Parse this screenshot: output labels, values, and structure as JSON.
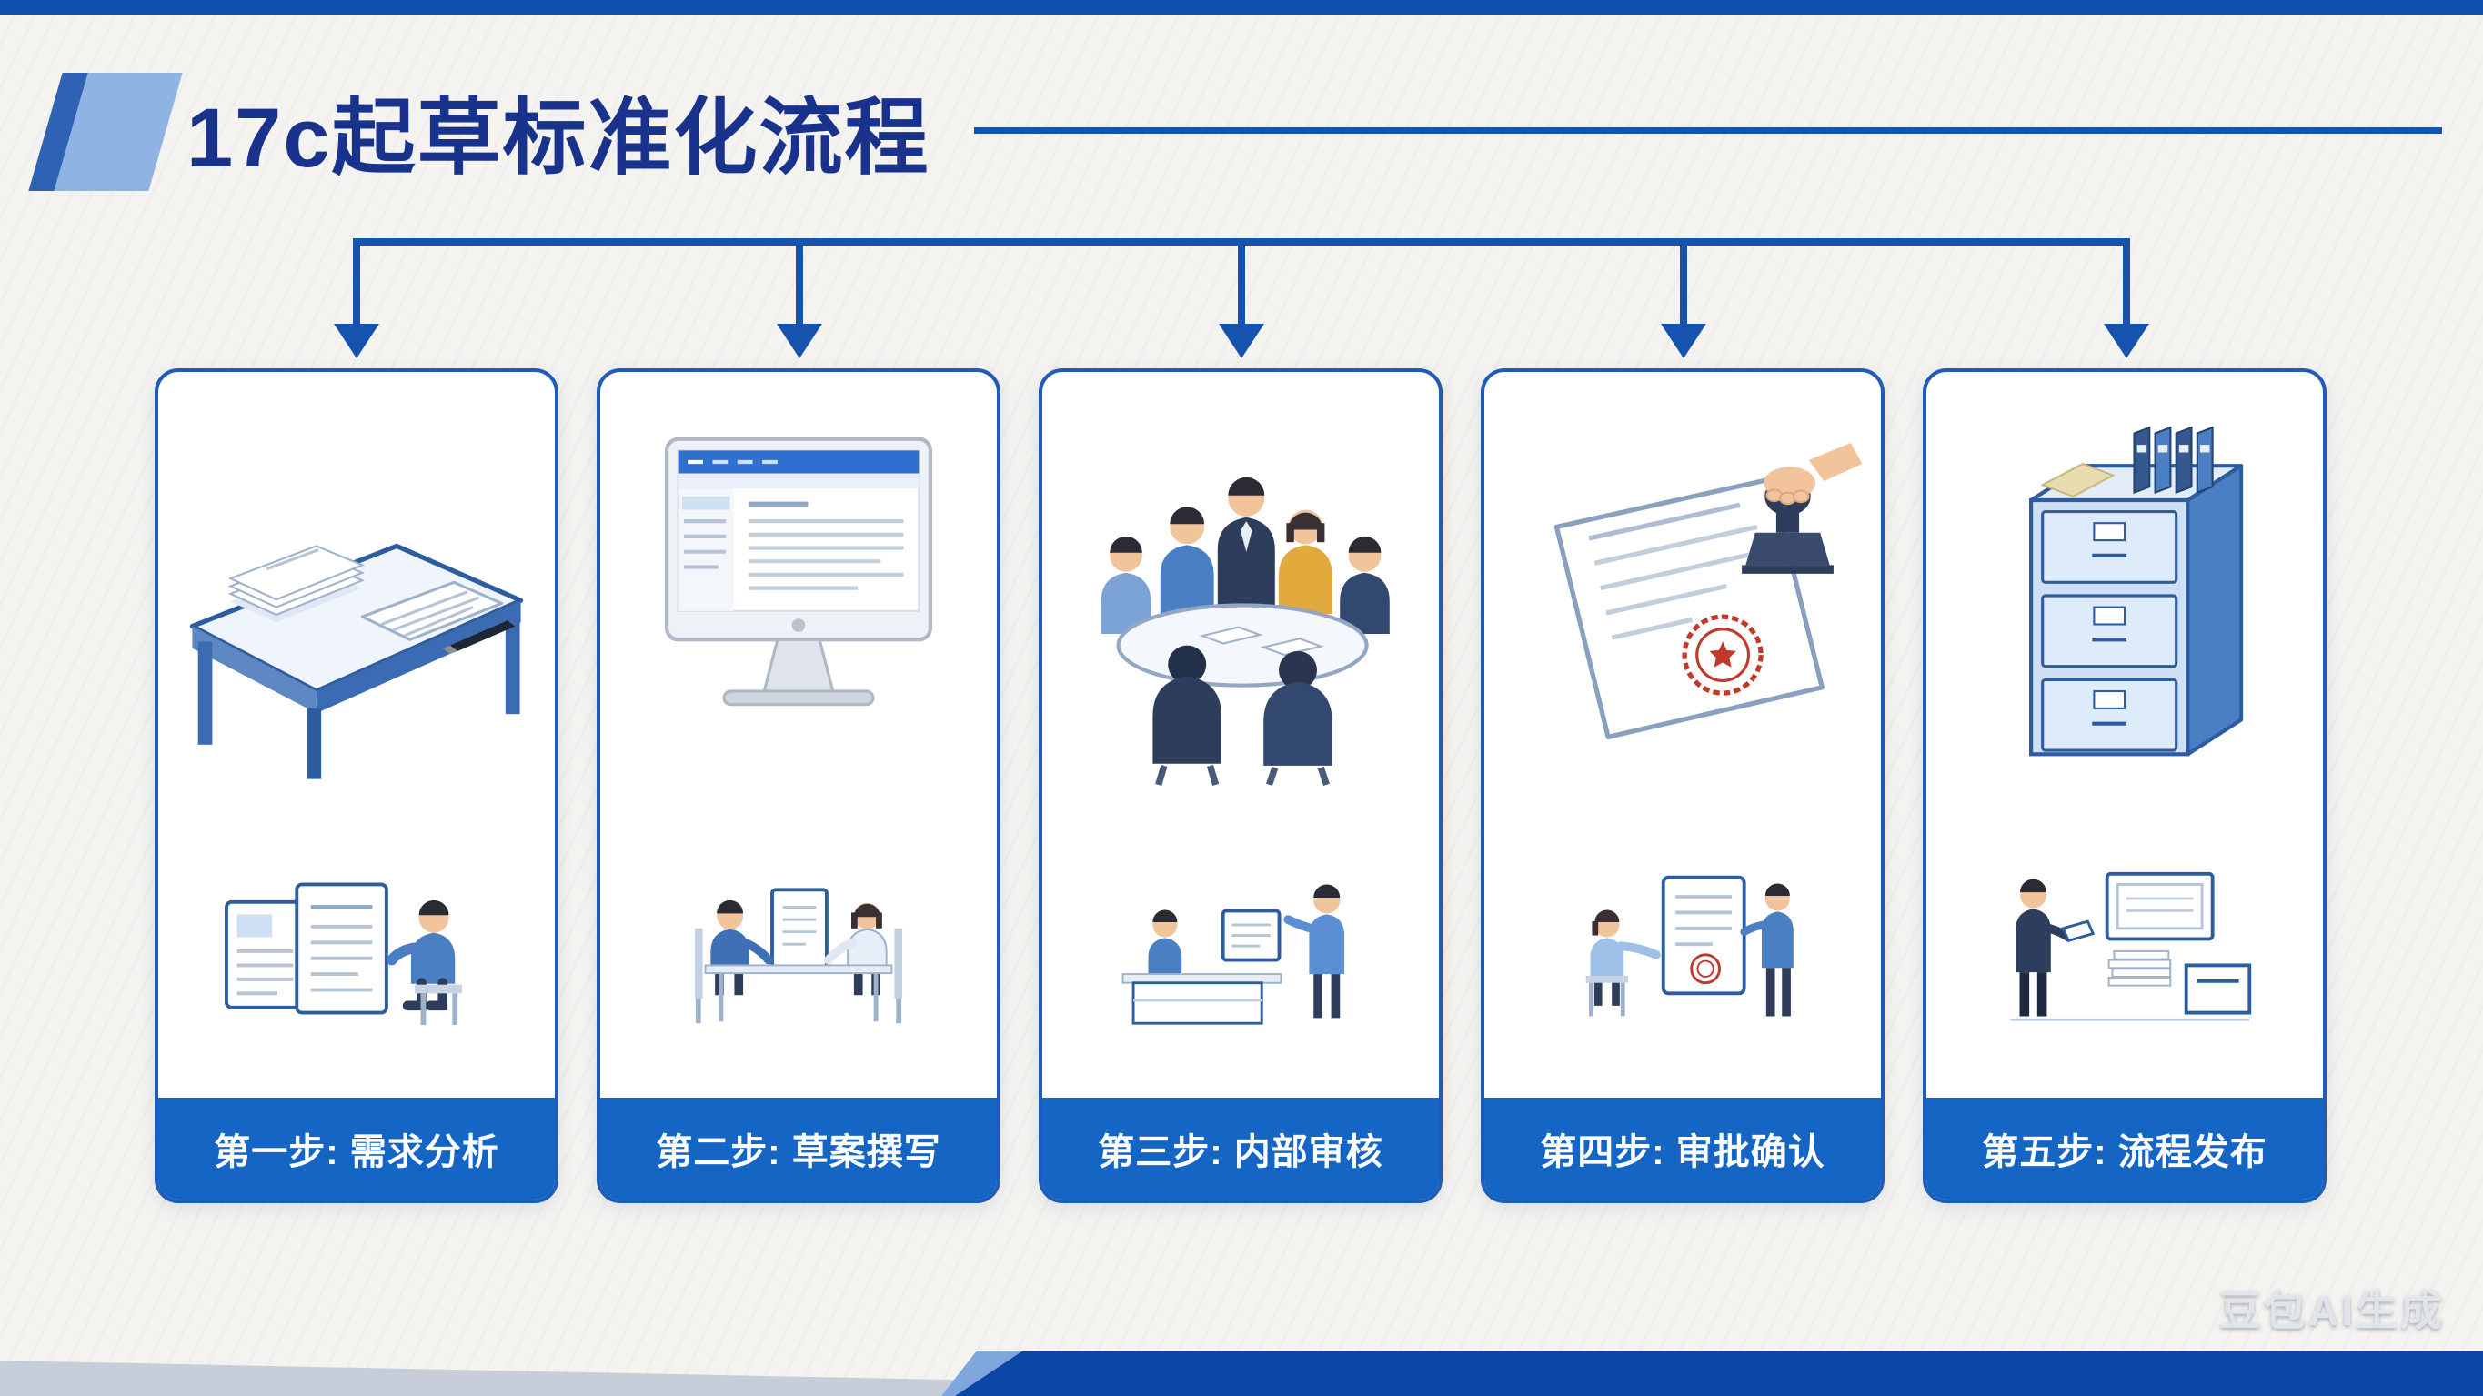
{
  "slide": {
    "title": "17c起草标准化流程",
    "watermark": "豆包AI生成"
  },
  "steps": [
    {
      "label": "第一步: 需求分析",
      "illustration_main": "desk-with-documents",
      "illustration_sub": "person-reviewing-documents"
    },
    {
      "label": "第二步: 草案撰写",
      "illustration_main": "desktop-computer-document-editor",
      "illustration_sub": "two-people-discussing-draft"
    },
    {
      "label": "第三步: 内部审核",
      "illustration_main": "team-meeting-around-table",
      "illustration_sub": "reviewer-presenting-at-desk"
    },
    {
      "label": "第四步: 审批确认",
      "illustration_main": "document-stamped-with-red-seal",
      "illustration_sub": "people-holding-approved-document"
    },
    {
      "label": "第五步: 流程发布",
      "illustration_main": "filing-cabinet-with-binders",
      "illustration_sub": "person-archiving-published-documents"
    }
  ],
  "colors": {
    "title_blue": "#19338c",
    "accent_blue": "#1553ae",
    "card_border_blue": "#1e5cb8",
    "label_bar_blue": "#1565c4",
    "seal_red": "#c0392b",
    "bottom_bar_blue": "#0c47a6",
    "background": "#f4f3f0"
  }
}
